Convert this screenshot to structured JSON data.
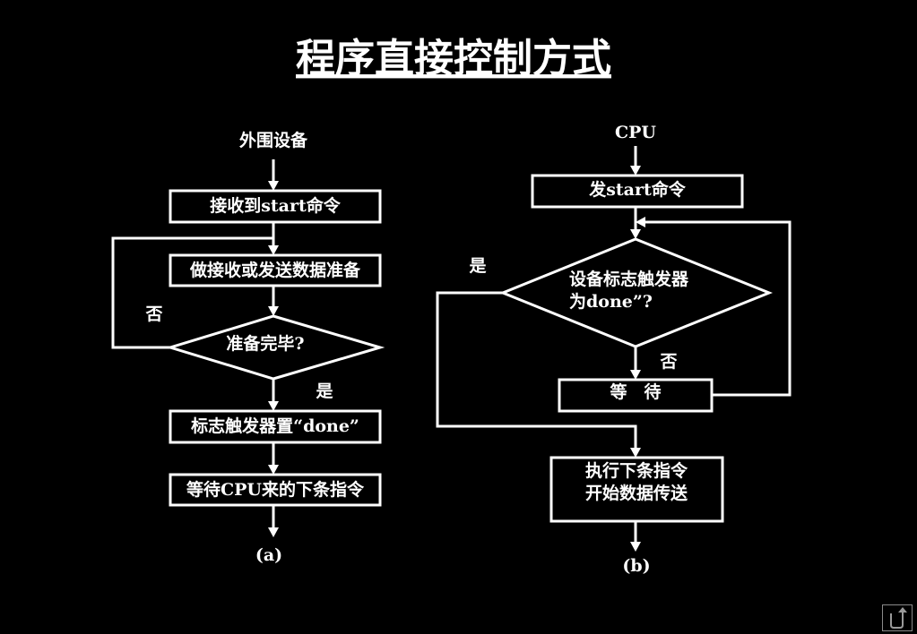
{
  "title": "程序直接控制方式",
  "left_flow": {
    "start_label": "外围设备",
    "step_receive": "接收到start命令",
    "step_prepare": "做接收或发送数据准备",
    "decision": "准备完毕?",
    "no_label": "否",
    "yes_label": "是",
    "step_set_flag": "标志触发器置“done”",
    "step_wait": "等待CPU来的下条指令",
    "caption": "(a)"
  },
  "right_flow": {
    "start_label": "CPU",
    "step_send": "发start命令",
    "decision_line1": "设备标志触发器",
    "decision_line2": "为done”?",
    "yes_label": "是",
    "no_label": "否",
    "step_wait": "等　待",
    "step_exec_line1": "执行下条指令",
    "step_exec_line2": "开始数据传送",
    "caption": "(b)"
  },
  "colors": {
    "background": "#000000",
    "foreground": "#ffffff"
  },
  "nav": {
    "back_icon": "return-arrow-icon"
  }
}
